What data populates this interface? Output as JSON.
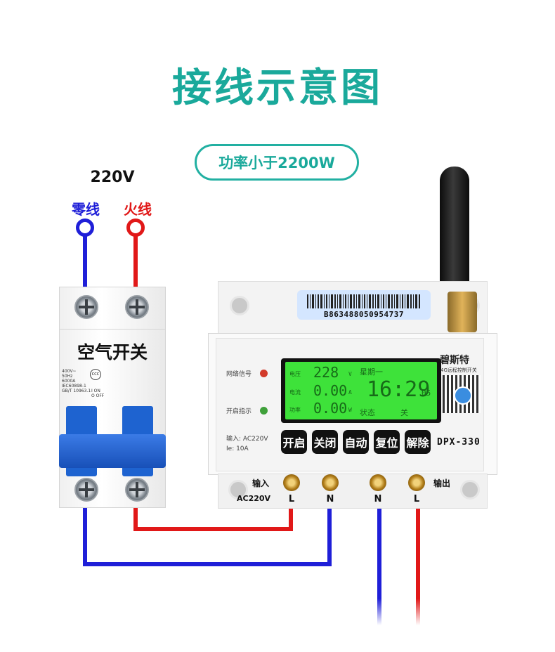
{
  "title": "接线示意图",
  "condition": "功率小于2200W",
  "supply": {
    "voltage": "220V",
    "neutral_label": "零线",
    "live_label": "火线"
  },
  "breaker": {
    "name": "空气开关",
    "spec_lines": [
      "400V~",
      "50Hz",
      "6000A",
      "IEC60898-1",
      "GB/T 10963.1"
    ],
    "marks": [
      "I ON",
      "O OFF"
    ]
  },
  "device": {
    "serial": "B863488050954737",
    "brand": "碧斯特",
    "subtitle": "4G远程控制开关",
    "model": "DPX-330",
    "indicators": [
      {
        "label": "网络信号",
        "color": "#d23a2a"
      },
      {
        "label": "开启指示",
        "color": "#3fa03a"
      }
    ],
    "input_rating": "输入: AC220V",
    "current_rating": "Ie: 10A",
    "lcd": {
      "labels": [
        "电压",
        "电流",
        "功率"
      ],
      "readings": [
        "228",
        "0.00",
        "0.00"
      ],
      "units": [
        "V",
        "A",
        "W"
      ],
      "weekday": "星期一",
      "time": "16:29",
      "seconds": "05",
      "status_label": "状态",
      "status_value": "关"
    },
    "buttons": [
      "开启",
      "关闭",
      "自动",
      "复位",
      "解除"
    ],
    "terminals": {
      "input_label": "输入",
      "input_voltage": "AC220V",
      "output_label": "输出",
      "pins": [
        "L",
        "N",
        "N",
        "L"
      ]
    }
  },
  "colors": {
    "accent": "#1aa99b",
    "neutral_wire": "#1f1fd8",
    "live_wire": "#e11818"
  }
}
